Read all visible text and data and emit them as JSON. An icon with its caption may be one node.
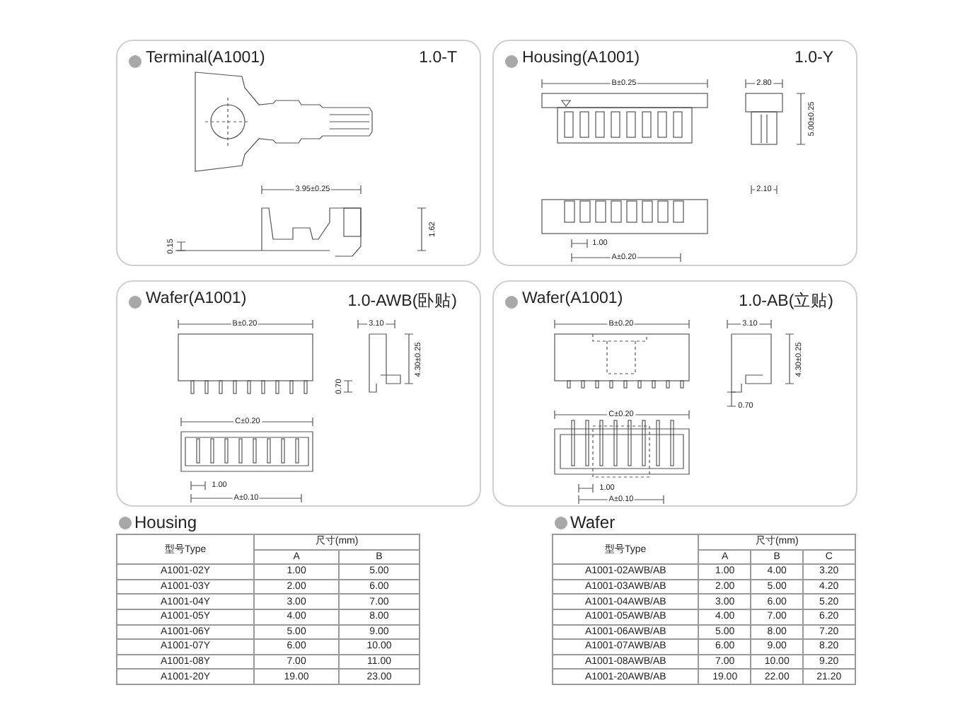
{
  "diagram": {
    "nodes": [
      {
        "text": [
          "Terminal(A1001)",
          "1.0-T"
        ]
      },
      {
        "text": [
          "Housing(A1001)",
          "1.0-Y"
        ]
      },
      {
        "text": [
          "Wafer(A1001)",
          "1.0-AWB(卧贴)"
        ]
      },
      {
        "text": [
          "Wafer(A1001)",
          "1.0-AB(立贴)"
        ]
      }
    ],
    "edges": [],
    "labels": [
      "3.95±0.25",
      "0.15",
      "1.62",
      "B±0.25",
      "2.80",
      "5.00±0.25",
      "2.10",
      "1.00",
      "A±0.20",
      "B±0.20",
      "3.10",
      "4.30±0.25",
      "0.70",
      "C±0.20",
      "1.00",
      "A±0.10",
      "B±0.20",
      "3.10",
      "4.30±0.25",
      "0.70",
      "C±0.20",
      "1.00",
      "A±0.10",
      "Housing",
      "型号Type",
      "尺寸(mm)",
      "A",
      "B",
      "A1001-02Y",
      "1.00",
      "5.00",
      "A1001-03Y",
      "2.00",
      "6.00",
      "A1001-04Y",
      "3.00",
      "7.00",
      "A1001-05Y",
      "4.00",
      "8.00",
      "A1001-06Y",
      "5.00",
      "9.00",
      "A1001-07Y",
      "6.00",
      "10.00",
      "A1001-08Y",
      "7.00",
      "11.00",
      "A1001-20Y",
      "19.00",
      "23.00",
      "Wafer",
      "型号Type",
      "尺寸(mm)",
      "A",
      "B",
      "C",
      "A1001-02AWB/AB",
      "1.00",
      "4.00",
      "3.20",
      "A1001-03AWB/AB",
      "2.00",
      "5.00",
      "4.20",
      "A1001-04AWB/AB",
      "3.00",
      "6.00",
      "5.20",
      "A1001-05AWB/AB",
      "4.00",
      "7.00",
      "6.20",
      "A1001-06AWB/AB",
      "5.00",
      "8.00",
      "7.20",
      "A1001-07AWB/AB",
      "6.00",
      "9.00",
      "8.20",
      "A1001-08AWB/AB",
      "7.00",
      "10.00",
      "9.20",
      "A1001-20AWB/AB",
      "19.00",
      "22.00",
      "21.20"
    ]
  }
}
